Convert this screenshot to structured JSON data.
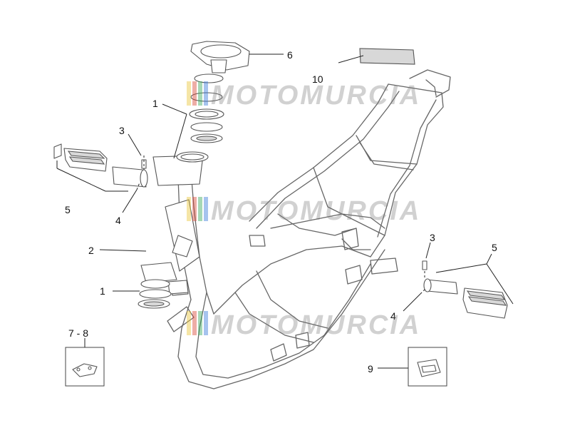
{
  "labels": {
    "l1_top": "1",
    "l1_bottom": "1",
    "l2": "2",
    "l3_left": "3",
    "l3_right": "3",
    "l4_left": "4",
    "l4_right": "4",
    "l5_left": "5",
    "l5_right": "5",
    "l6": "6",
    "l78": "7 - 8",
    "l9": "9",
    "l10": "10"
  },
  "watermark": {
    "text": "MOTOMURCIA",
    "stripe_colors": [
      "#e8c53a",
      "#d94a3a",
      "#3aa85a",
      "#3a7ad9"
    ]
  }
}
